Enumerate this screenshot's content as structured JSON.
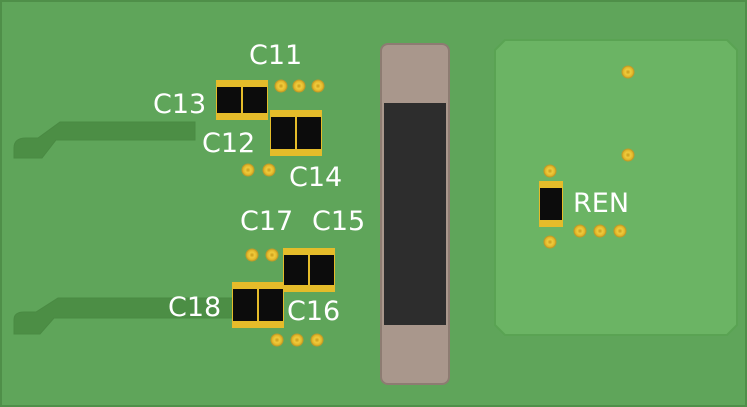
{
  "colors": {
    "board": "#5fa55a",
    "trace": "#4c8e45",
    "copper_pour": "#6bb464",
    "pad": "#e5bc2a",
    "component_body": "#0c0c0c",
    "silkscreen": "#ffffff",
    "inductor_body": "#2d2d2d",
    "inductor_terminal": "#a9978c"
  },
  "labels": {
    "c11": "C11",
    "c12": "C12",
    "c13": "C13",
    "c14": "C14",
    "c15": "C15",
    "c16": "C16",
    "c17": "C17",
    "c18": "C18",
    "ren": "REN"
  }
}
